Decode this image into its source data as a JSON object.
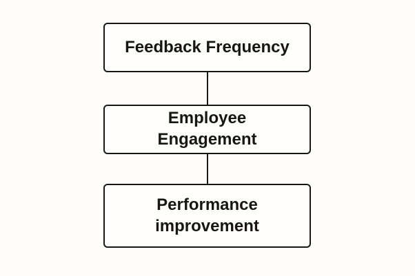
{
  "diagram": {
    "type": "flowchart",
    "direction": "top-down",
    "background_color": "#fffdf9",
    "node_fill_color": "#fffefc",
    "node_border_color": "#161616",
    "text_color": "#161616",
    "connector_color": "#161616",
    "nodes": [
      {
        "id": "feedback-frequency",
        "label": "Feedback Frequency"
      },
      {
        "id": "employee-engagement",
        "label": "Employee Engagement"
      },
      {
        "id": "performance-improvement",
        "label": "Performance improvement"
      }
    ],
    "edges": [
      {
        "from": "feedback-frequency",
        "to": "employee-engagement"
      },
      {
        "from": "employee-engagement",
        "to": "performance-improvement"
      }
    ]
  }
}
